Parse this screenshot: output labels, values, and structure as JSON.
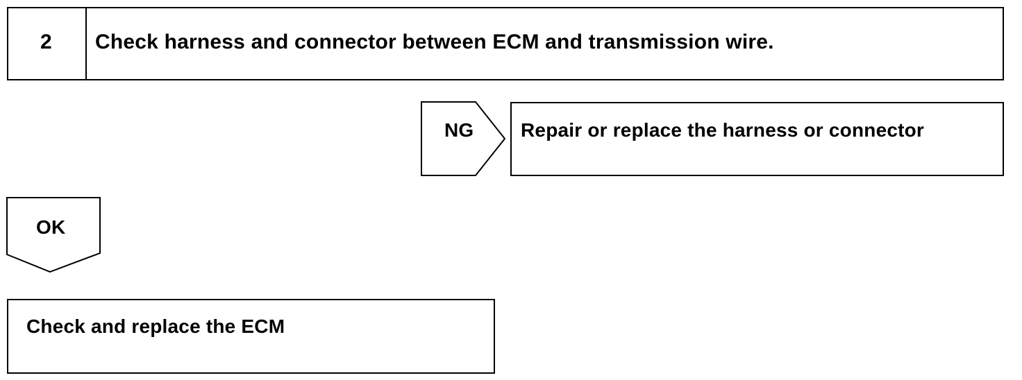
{
  "step": {
    "number": "2",
    "title": "Check harness and connector between ECM and transmission wire."
  },
  "ng_branch": {
    "label": "NG",
    "action": "Repair or replace the harness or connector"
  },
  "ok_branch": {
    "label": "OK",
    "action": "Check and replace the ECM"
  }
}
